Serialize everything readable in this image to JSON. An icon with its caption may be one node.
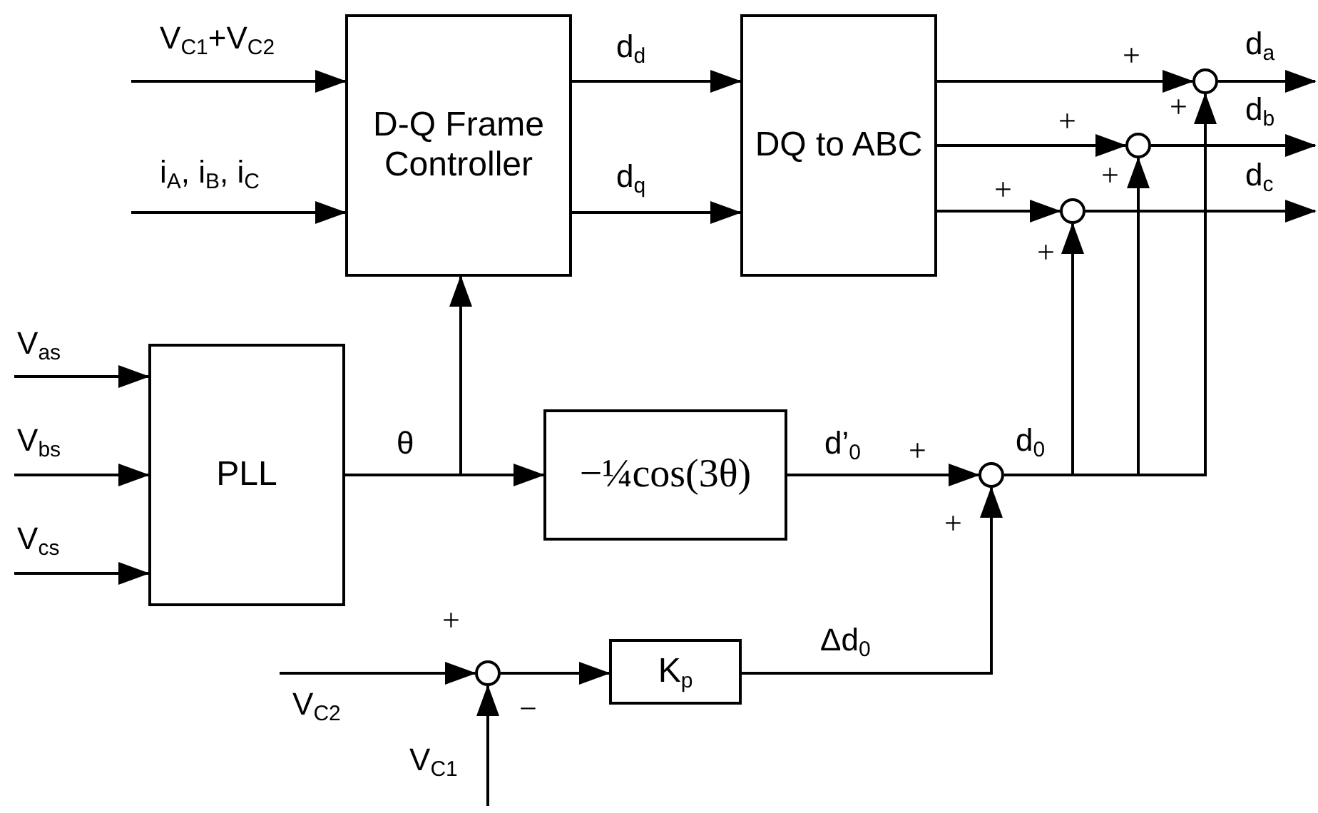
{
  "diagram": {
    "nodes": [
      {
        "text": [
          "D-Q Frame Controller"
        ]
      },
      {
        "text": [
          "DQ to ABC"
        ]
      },
      {
        "text": [
          "PLL"
        ]
      },
      {
        "text": [
          "−¼cos(3θ)"
        ]
      },
      {
        "text": [
          "K$_{p}$"
        ]
      },
      {
        "text": [],
        "shape": "circle"
      },
      {
        "text": [],
        "shape": "circle"
      },
      {
        "text": [],
        "shape": "circle"
      },
      {
        "text": [],
        "shape": "circle"
      },
      {
        "text": [],
        "shape": "circle"
      }
    ],
    "edges": [
      {
        "from": null,
        "to": 0,
        "arrow": "to",
        "label": "V$_{C1}$+V$_{C2}$"
      },
      {
        "from": null,
        "to": 0,
        "arrow": "to",
        "label": "i$_{A}$, i$_{B}$, i$_{C}$"
      },
      {
        "from": 0,
        "to": 1,
        "arrow": "to",
        "label": "d$_{d}$"
      },
      {
        "from": 0,
        "to": 1,
        "arrow": "to",
        "label": "d$_{q}$"
      },
      {
        "from": null,
        "to": 2,
        "arrow": "to",
        "label": "V$_{as}$"
      },
      {
        "from": null,
        "to": 2,
        "arrow": "to",
        "label": "V$_{bs}$"
      },
      {
        "from": null,
        "to": 2,
        "arrow": "to",
        "label": "V$_{cs}$"
      },
      {
        "from": 2,
        "to": 3,
        "arrow": "to",
        "label": "θ"
      },
      {
        "from": 2,
        "to": 0,
        "arrow": "to"
      },
      {
        "from": 1,
        "to": 5,
        "arrow": "to"
      },
      {
        "from": 1,
        "to": 6,
        "arrow": "to"
      },
      {
        "from": 1,
        "to": 7,
        "arrow": "to"
      },
      {
        "from": 5,
        "to": null,
        "arrow": "to",
        "label": "d$_{a}$"
      },
      {
        "from": 6,
        "to": null,
        "arrow": "to",
        "label": "d$_{b}$"
      },
      {
        "from": 7,
        "to": null,
        "arrow": "to",
        "label": "d$_{c}$"
      },
      {
        "from": 3,
        "to": 8,
        "arrow": "to",
        "label": "d’$_{0}$"
      },
      {
        "from": 8,
        "to": 7,
        "arrow": "to",
        "label": "d$_{0}$"
      },
      {
        "from": 8,
        "to": 6,
        "arrow": "to"
      },
      {
        "from": 8,
        "to": 5,
        "arrow": "to"
      },
      {
        "from": null,
        "to": 9,
        "arrow": "to",
        "label": "V$_{C2}$"
      },
      {
        "from": null,
        "to": 9,
        "arrow": "to",
        "label": "V$_{C1}$"
      },
      {
        "from": 9,
        "to": 4,
        "arrow": "to"
      },
      {
        "from": 4,
        "to": 8,
        "arrow": "to",
        "label": "Δd$_{0}$"
      }
    ],
    "labels": [
      "+",
      "+",
      "+",
      "+",
      "+",
      "+",
      "+",
      "+",
      "+",
      "−"
    ]
  }
}
